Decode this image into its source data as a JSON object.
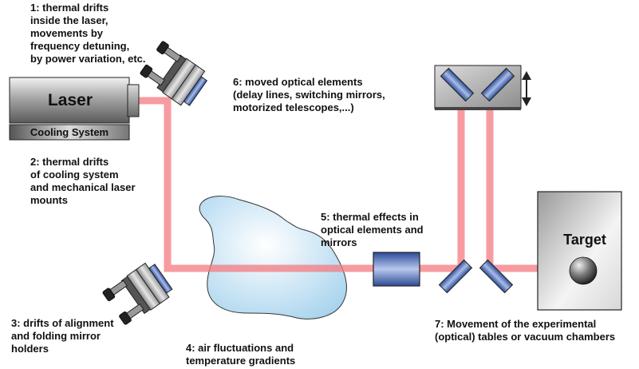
{
  "laser": {
    "label": "Laser",
    "cooling_label": "Cooling System"
  },
  "target": {
    "label": "Target"
  },
  "annotations": [
    {
      "id": "1",
      "lines": [
        "1: thermal drifts",
        "inside the laser,",
        "movements by",
        "frequency detuning,",
        "by power variation, etc."
      ]
    },
    {
      "id": "2",
      "lines": [
        "2: thermal drifts",
        "of cooling system",
        "and mechanical laser",
        "mounts"
      ]
    },
    {
      "id": "3",
      "lines": [
        "3: drifts of alignment",
        "and folding mirror",
        "holders"
      ]
    },
    {
      "id": "4",
      "lines": [
        "4: air fluctuations and",
        "temperature gradients"
      ]
    },
    {
      "id": "5",
      "lines": [
        "5: thermal effects in",
        "optical elements and",
        "mirrors"
      ]
    },
    {
      "id": "6",
      "lines": [
        "6: moved optical elements",
        "(delay lines, switching mirrors,",
        "motorized telescopes,...)"
      ]
    },
    {
      "id": "7",
      "lines": [
        "7: Movement of the experimental",
        "(optical) tables or vacuum chambers"
      ]
    }
  ],
  "colors": {
    "beam": "#f47a80",
    "mirror": "#3d63b0",
    "outline": "#222222"
  },
  "icons": [
    "laser-housing",
    "mirror-mount",
    "air-cloud",
    "optical-element",
    "delay-line-stage",
    "double-arrow-icon",
    "target-chamber",
    "sphere-target"
  ]
}
